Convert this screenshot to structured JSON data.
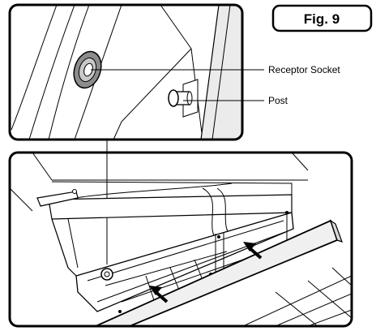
{
  "figure": {
    "label": "Fig. 9"
  },
  "callouts": {
    "receptor_socket": "Receptor Socket",
    "post": "Post"
  },
  "colors": {
    "line": "#000000",
    "background": "#ffffff",
    "panel_shade": "#f0f0f0",
    "socket_gray": "#8c8c8c"
  }
}
